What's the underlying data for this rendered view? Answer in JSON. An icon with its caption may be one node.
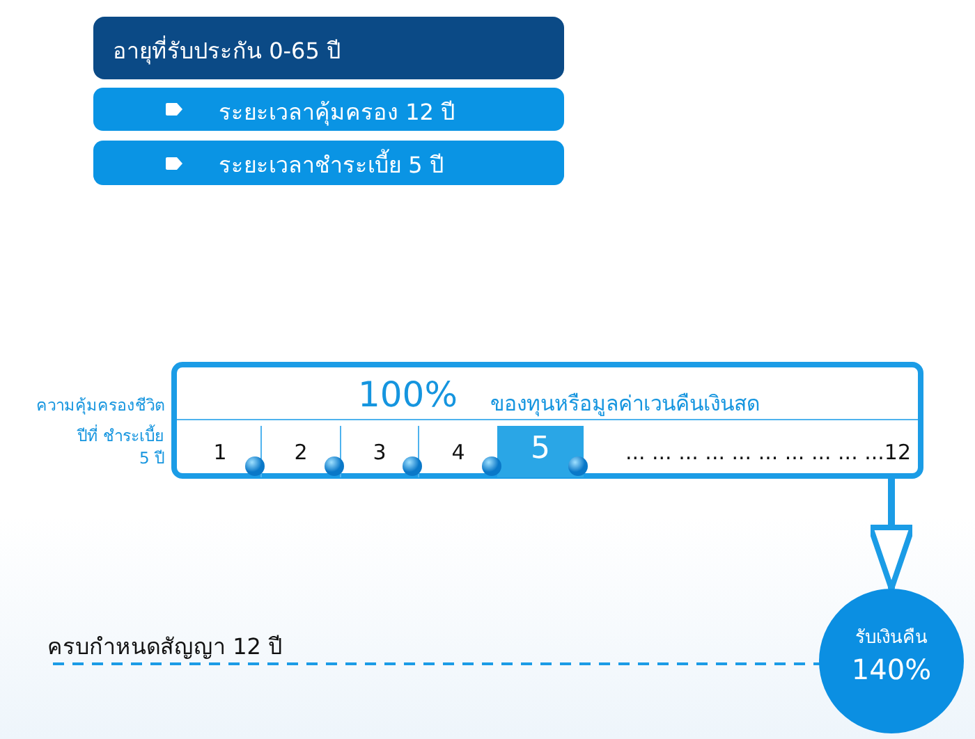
{
  "diagram": {
    "nodes": [
      {
        "text": [
          "อายุที่รับประกัน 0-65 ปี"
        ]
      },
      {
        "text": [
          "ระยะเวลาคุ้มครอง 12 ปี"
        ]
      },
      {
        "text": [
          "ระยะเวลาชำระเบี้ย 5 ปี"
        ]
      },
      {
        "text": [
          "100%",
          "ของทุนหรือมูลค่าเวนคืนเงินสด"
        ]
      },
      {
        "text": [
          "1"
        ],
        "in": 3
      },
      {
        "text": [
          "2"
        ],
        "in": 3
      },
      {
        "text": [
          "3"
        ],
        "in": 3
      },
      {
        "text": [
          "4"
        ],
        "in": 3
      },
      {
        "text": [
          "5"
        ],
        "in": 3
      },
      {
        "text": [
          "... ... ... ... ... ... ... ... ... ...12"
        ],
        "in": 3
      },
      {
        "text": [
          "ครบกำหนดสัญญา 12 ปี"
        ]
      },
      {
        "text": [
          "รับเงินคืน",
          "140%"
        ]
      }
    ],
    "edges": [
      {
        "from": 3,
        "to": 11,
        "arrow": "to",
        "style": "thick"
      },
      {
        "from": 10,
        "to": 11,
        "arrow": "none",
        "style": "dashed"
      }
    ],
    "labels": [
      "ความคุ้มครองชีวิต",
      "ปีที่ ชำระเบี้ย 5 ปี"
    ]
  }
}
